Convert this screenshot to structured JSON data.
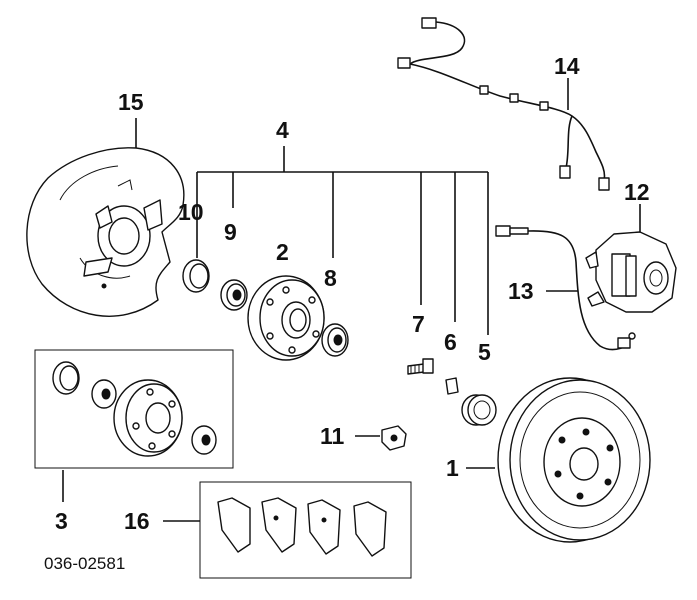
{
  "diagram": {
    "reference_code": "036-02581",
    "callouts": {
      "c1": "1",
      "c2": "2",
      "c3": "3",
      "c4": "4",
      "c5": "5",
      "c6": "6",
      "c7": "7",
      "c8": "8",
      "c9": "9",
      "c10": "10",
      "c11": "11",
      "c12": "12",
      "c13": "13",
      "c14": "14",
      "c15": "15",
      "c16": "16"
    }
  }
}
